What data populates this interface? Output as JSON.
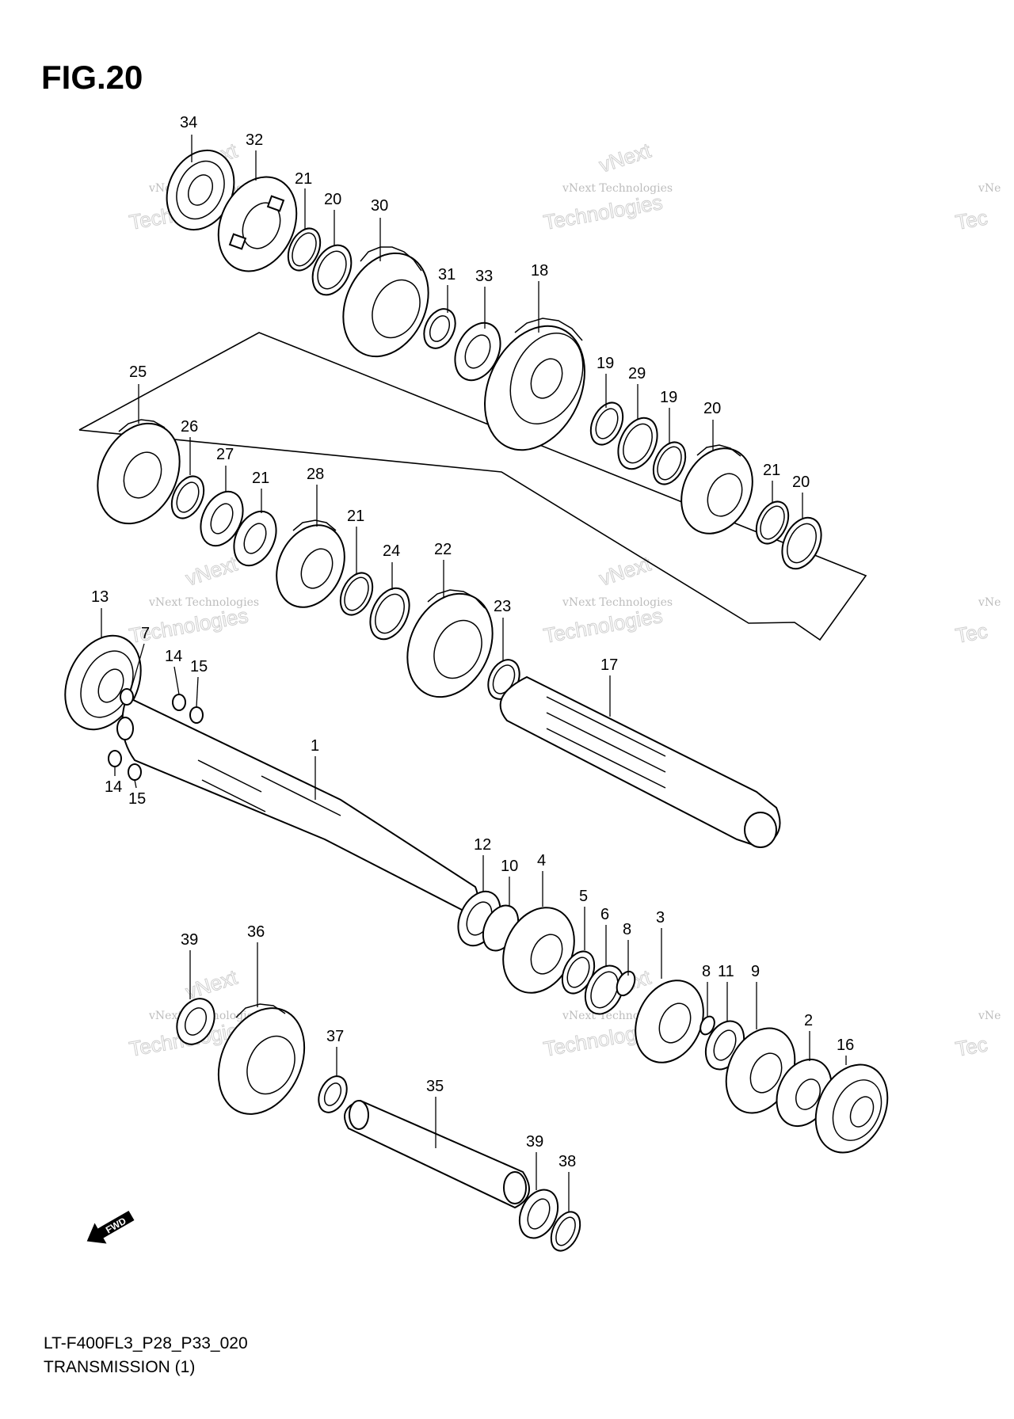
{
  "figure": {
    "title": "FIG.20",
    "code": "LT-F400FL3_P28_P33_020",
    "name": "TRANSMISSION (1)"
  },
  "watermark": {
    "small_text": "vNext Technologies",
    "large_text": "Technologies",
    "large_top": "vNext",
    "edge_small": "vNe",
    "edge_large": "Tec"
  },
  "fwd_label": "FWD",
  "callouts": [
    {
      "id": "c34",
      "label": "34"
    },
    {
      "id": "c32",
      "label": "32"
    },
    {
      "id": "c21a",
      "label": "21"
    },
    {
      "id": "c20a",
      "label": "20"
    },
    {
      "id": "c30",
      "label": "30"
    },
    {
      "id": "c31",
      "label": "31"
    },
    {
      "id": "c33",
      "label": "33"
    },
    {
      "id": "c18",
      "label": "18"
    },
    {
      "id": "c25",
      "label": "25"
    },
    {
      "id": "c19a",
      "label": "19"
    },
    {
      "id": "c26",
      "label": "26"
    },
    {
      "id": "c27",
      "label": "27"
    },
    {
      "id": "c29",
      "label": "29"
    },
    {
      "id": "c19b",
      "label": "19"
    },
    {
      "id": "c20b",
      "label": "20"
    },
    {
      "id": "c21b",
      "label": "21"
    },
    {
      "id": "c28",
      "label": "28"
    },
    {
      "id": "c21c",
      "label": "21"
    },
    {
      "id": "c20c",
      "label": "20"
    },
    {
      "id": "c21d",
      "label": "21"
    },
    {
      "id": "c24",
      "label": "24"
    },
    {
      "id": "c22",
      "label": "22"
    },
    {
      "id": "c23",
      "label": "23"
    },
    {
      "id": "c13",
      "label": "13"
    },
    {
      "id": "c7",
      "label": "7"
    },
    {
      "id": "c14a",
      "label": "14"
    },
    {
      "id": "c15a",
      "label": "15"
    },
    {
      "id": "c17",
      "label": "17"
    },
    {
      "id": "c1",
      "label": "1"
    },
    {
      "id": "c14b",
      "label": "14"
    },
    {
      "id": "c15b",
      "label": "15"
    },
    {
      "id": "c12",
      "label": "12"
    },
    {
      "id": "c10",
      "label": "10"
    },
    {
      "id": "c4",
      "label": "4"
    },
    {
      "id": "c5",
      "label": "5"
    },
    {
      "id": "c6",
      "label": "6"
    },
    {
      "id": "c8a",
      "label": "8"
    },
    {
      "id": "c3",
      "label": "3"
    },
    {
      "id": "c39a",
      "label": "39"
    },
    {
      "id": "c36",
      "label": "36"
    },
    {
      "id": "c37",
      "label": "37"
    },
    {
      "id": "c8b",
      "label": "8"
    },
    {
      "id": "c11",
      "label": "11"
    },
    {
      "id": "c9",
      "label": "9"
    },
    {
      "id": "c2",
      "label": "2"
    },
    {
      "id": "c16",
      "label": "16"
    },
    {
      "id": "c35",
      "label": "35"
    },
    {
      "id": "c39b",
      "label": "39"
    },
    {
      "id": "c38",
      "label": "38"
    }
  ]
}
